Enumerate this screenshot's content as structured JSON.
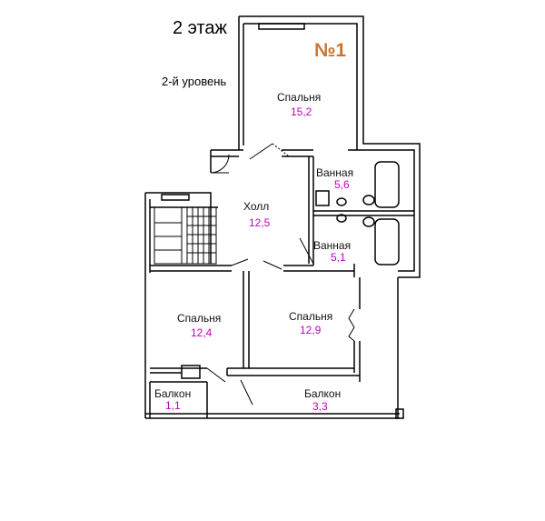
{
  "header": {
    "floor_label": "2 этаж",
    "level_label": "2-й уровень",
    "unit_number": "№1"
  },
  "rooms": [
    {
      "id": "bedroom-top",
      "name": "Спальня",
      "area": "15,2"
    },
    {
      "id": "bathroom-1",
      "name": "Ванная",
      "area": "5,6"
    },
    {
      "id": "hall",
      "name": "Холл",
      "area": "12,5"
    },
    {
      "id": "bathroom-2",
      "name": "Ванная",
      "area": "5,1"
    },
    {
      "id": "bedroom-left",
      "name": "Спальня",
      "area": "12,4"
    },
    {
      "id": "bedroom-right",
      "name": "Спальня",
      "area": "12,9"
    },
    {
      "id": "balcony-left",
      "name": "Балкон",
      "area": "1,1"
    },
    {
      "id": "balcony-right",
      "name": "Балкон",
      "area": "3,3"
    }
  ],
  "colors": {
    "wall": "#000000",
    "area_text": "#c000c0",
    "unit_number": "#c87533"
  }
}
